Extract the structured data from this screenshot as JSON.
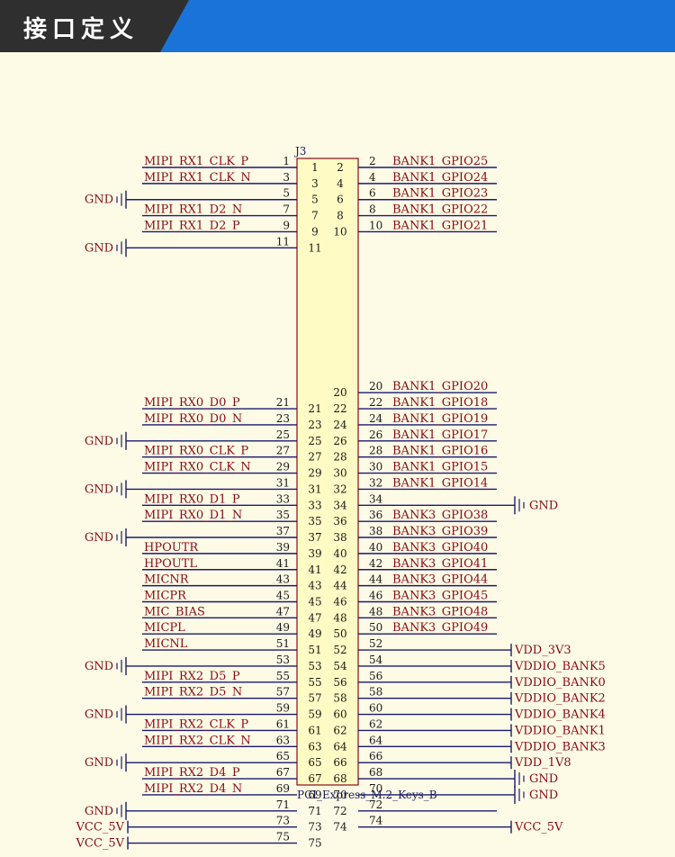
{
  "header": {
    "title": "接口定义",
    "bg_color": "#2f2f2f",
    "accent_color": "#1a73d8"
  },
  "component": {
    "ref": "J3",
    "part": "PCI_Express_M.2_Keys_B"
  },
  "colors": {
    "net_label": "#8b0a14",
    "wire": "#1a1a6e",
    "body_fill": "#fffbc4",
    "body_stroke": "#8b0a14"
  },
  "symbols": {
    "gnd": "GND"
  },
  "left_pins": [
    {
      "n": "1",
      "net": "MIPI_RX1_CLK_P"
    },
    {
      "n": "3",
      "net": "MIPI_RX1_CLK_N"
    },
    {
      "n": "5",
      "net": "",
      "gnd": true
    },
    {
      "n": "7",
      "net": "MIPI_RX1_D2_N"
    },
    {
      "n": "9",
      "net": "MIPI_RX1_D2_P"
    },
    {
      "n": "11",
      "net": "",
      "gnd": true
    },
    {
      "n": "21",
      "net": "MIPI_RX0_D0_P"
    },
    {
      "n": "23",
      "net": "MIPI_RX0_D0_N"
    },
    {
      "n": "25",
      "net": "",
      "gnd": true
    },
    {
      "n": "27",
      "net": "MIPI_RX0_CLK_P"
    },
    {
      "n": "29",
      "net": "MIPI_RX0_CLK_N"
    },
    {
      "n": "31",
      "net": "",
      "gnd": true
    },
    {
      "n": "33",
      "net": "MIPI_RX0_D1_P"
    },
    {
      "n": "35",
      "net": "MIPI_RX0_D1_N"
    },
    {
      "n": "37",
      "net": "",
      "gnd": true
    },
    {
      "n": "39",
      "net": "HPOUTR"
    },
    {
      "n": "41",
      "net": "HPOUTL"
    },
    {
      "n": "43",
      "net": "MICNR"
    },
    {
      "n": "45",
      "net": "MICPR"
    },
    {
      "n": "47",
      "net": "MIC_BIAS"
    },
    {
      "n": "49",
      "net": "MICPL"
    },
    {
      "n": "51",
      "net": "MICNL"
    },
    {
      "n": "53",
      "net": "",
      "gnd": true
    },
    {
      "n": "55",
      "net": "MIPI_RX2_D5_P"
    },
    {
      "n": "57",
      "net": "MIPI_RX2_D5_N"
    },
    {
      "n": "59",
      "net": "",
      "gnd": true
    },
    {
      "n": "61",
      "net": "MIPI_RX2_CLK_P"
    },
    {
      "n": "63",
      "net": "MIPI_RX2_CLK_N"
    },
    {
      "n": "65",
      "net": "",
      "gnd": true
    },
    {
      "n": "67",
      "net": "MIPI_RX2_D4_P"
    },
    {
      "n": "69",
      "net": "MIPI_RX2_D4_N"
    },
    {
      "n": "71",
      "net": "",
      "gnd": true
    },
    {
      "n": "73",
      "net": "VCC_5V",
      "port": true
    },
    {
      "n": "75",
      "net": "VCC_5V",
      "port": true
    }
  ],
  "right_pins": [
    {
      "n": "2",
      "net": "BANK1_GPIO25"
    },
    {
      "n": "4",
      "net": "BANK1_GPIO24"
    },
    {
      "n": "6",
      "net": "BANK1_GPIO23"
    },
    {
      "n": "8",
      "net": "BANK1_GPIO22"
    },
    {
      "n": "10",
      "net": "BANK1_GPIO21"
    },
    {
      "n": "20",
      "net": "BANK1_GPIO20"
    },
    {
      "n": "22",
      "net": "BANK1_GPIO18"
    },
    {
      "n": "24",
      "net": "BANK1_GPIO19"
    },
    {
      "n": "26",
      "net": "BANK1_GPIO17"
    },
    {
      "n": "28",
      "net": "BANK1_GPIO16"
    },
    {
      "n": "30",
      "net": "BANK1_GPIO15"
    },
    {
      "n": "32",
      "net": "BANK1_GPIO14"
    },
    {
      "n": "34",
      "net": "",
      "gnd": true
    },
    {
      "n": "36",
      "net": "BANK3_GPIO38"
    },
    {
      "n": "38",
      "net": "BANK3_GPIO39"
    },
    {
      "n": "40",
      "net": "BANK3_GPIO40"
    },
    {
      "n": "42",
      "net": "BANK3_GPIO41"
    },
    {
      "n": "44",
      "net": "BANK3_GPIO44"
    },
    {
      "n": "46",
      "net": "BANK3_GPIO45"
    },
    {
      "n": "48",
      "net": "BANK3_GPIO48"
    },
    {
      "n": "50",
      "net": "BANK3_GPIO49"
    },
    {
      "n": "52",
      "net": "VDD_3V3",
      "port": true
    },
    {
      "n": "54",
      "net": "VDDIO_BANK5",
      "port": true
    },
    {
      "n": "56",
      "net": "VDDIO_BANK0",
      "port": true
    },
    {
      "n": "58",
      "net": "VDDIO_BANK2",
      "port": true
    },
    {
      "n": "60",
      "net": "VDDIO_BANK4",
      "port": true
    },
    {
      "n": "62",
      "net": "VDDIO_BANK1",
      "port": true
    },
    {
      "n": "64",
      "net": "VDDIO_BANK3",
      "port": true
    },
    {
      "n": "66",
      "net": "VDD_1V8",
      "port": true
    },
    {
      "n": "68",
      "net": "",
      "gnd": true
    },
    {
      "n": "70",
      "net": "",
      "gnd": true
    },
    {
      "n": "72",
      "net": ""
    },
    {
      "n": "74",
      "net": "VCC_5V",
      "port": true
    }
  ]
}
